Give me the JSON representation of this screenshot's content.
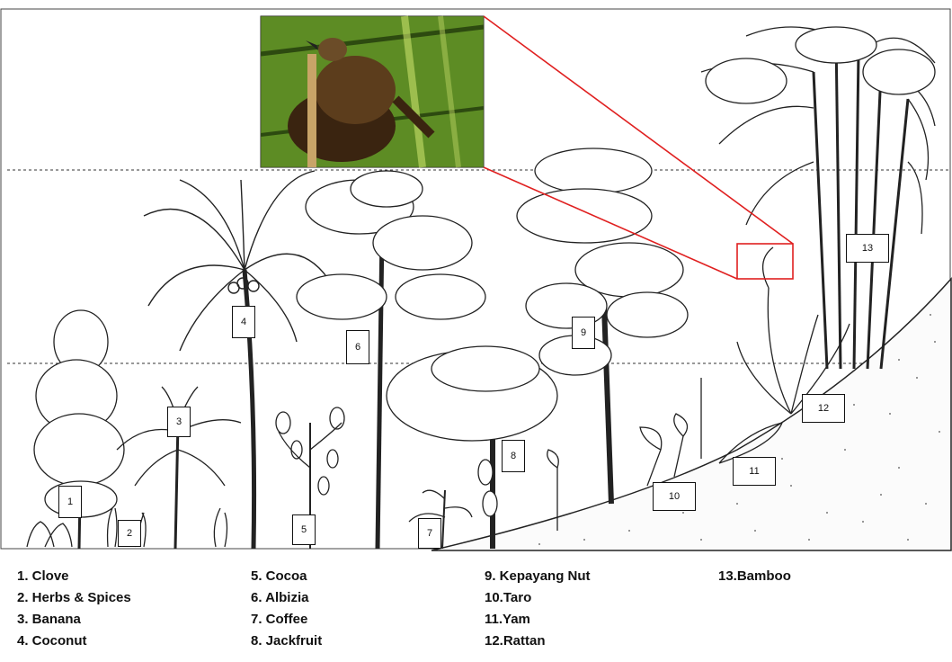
{
  "diagram": {
    "labels": [
      {
        "id": "1",
        "text": "1"
      },
      {
        "id": "2",
        "text": "2"
      },
      {
        "id": "3",
        "text": "3"
      },
      {
        "id": "4",
        "text": "4"
      },
      {
        "id": "5",
        "text": "5"
      },
      {
        "id": "6",
        "text": "6"
      },
      {
        "id": "7",
        "text": "7"
      },
      {
        "id": "8",
        "text": "8"
      },
      {
        "id": "9",
        "text": "9"
      },
      {
        "id": "10",
        "text": "10"
      },
      {
        "id": "11",
        "text": "11"
      },
      {
        "id": "12",
        "text": "12"
      },
      {
        "id": "13",
        "text": "13"
      }
    ],
    "inset_photo": "bird-on-nest-photo",
    "accent_color": "#e02020"
  },
  "legend": {
    "col1": [
      "1. Clove",
      "2. Herbs & Spices",
      "3. Banana",
      "4. Coconut"
    ],
    "col2": [
      "5. Cocoa",
      "6. Albizia",
      "7. Coffee",
      "8. Jackfruit"
    ],
    "col3": [
      "9. Kepayang Nut",
      "10.Taro",
      "11.Yam",
      "12.Rattan"
    ],
    "col4": [
      "13.Bamboo"
    ]
  }
}
